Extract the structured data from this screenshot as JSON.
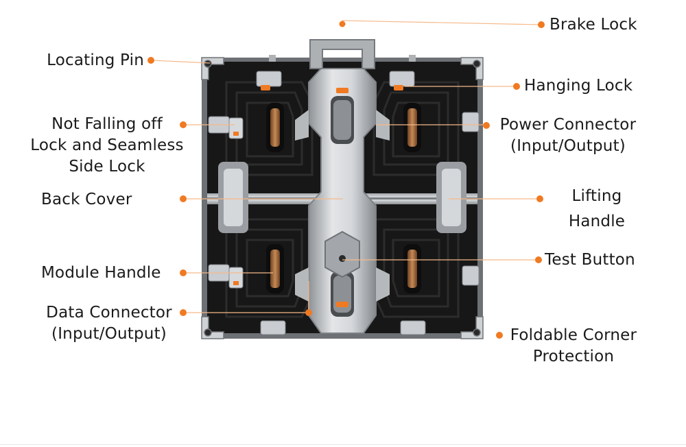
{
  "colors": {
    "accent": "#f07a22",
    "leader_line": "#f5b98a",
    "text": "#1a1a1a",
    "cabinet_dark": "#171717",
    "frame_silver": "#b9bcbf",
    "handle_silver": "#cfd2d5",
    "copper": "#a96f40"
  },
  "labels": {
    "brake_lock": [
      "Brake Lock"
    ],
    "locating_pin": [
      "Locating Pin"
    ],
    "hanging_lock": [
      "Hanging Lock"
    ],
    "not_falling_off": [
      "Not Falling off",
      "Lock and Seamless",
      "Side Lock"
    ],
    "power_connector": [
      "Power Connector",
      "(Input/Output)"
    ],
    "back_cover": [
      "Back Cover"
    ],
    "lifting_handle": [
      "Lifting",
      "Handle"
    ],
    "module_handle": [
      "Module Handle"
    ],
    "test_button": [
      "Test Button"
    ],
    "data_connector": [
      "Data Connector",
      "(Input/Output)"
    ],
    "foldable_corner": [
      "Foldable Corner",
      "Protection"
    ]
  }
}
